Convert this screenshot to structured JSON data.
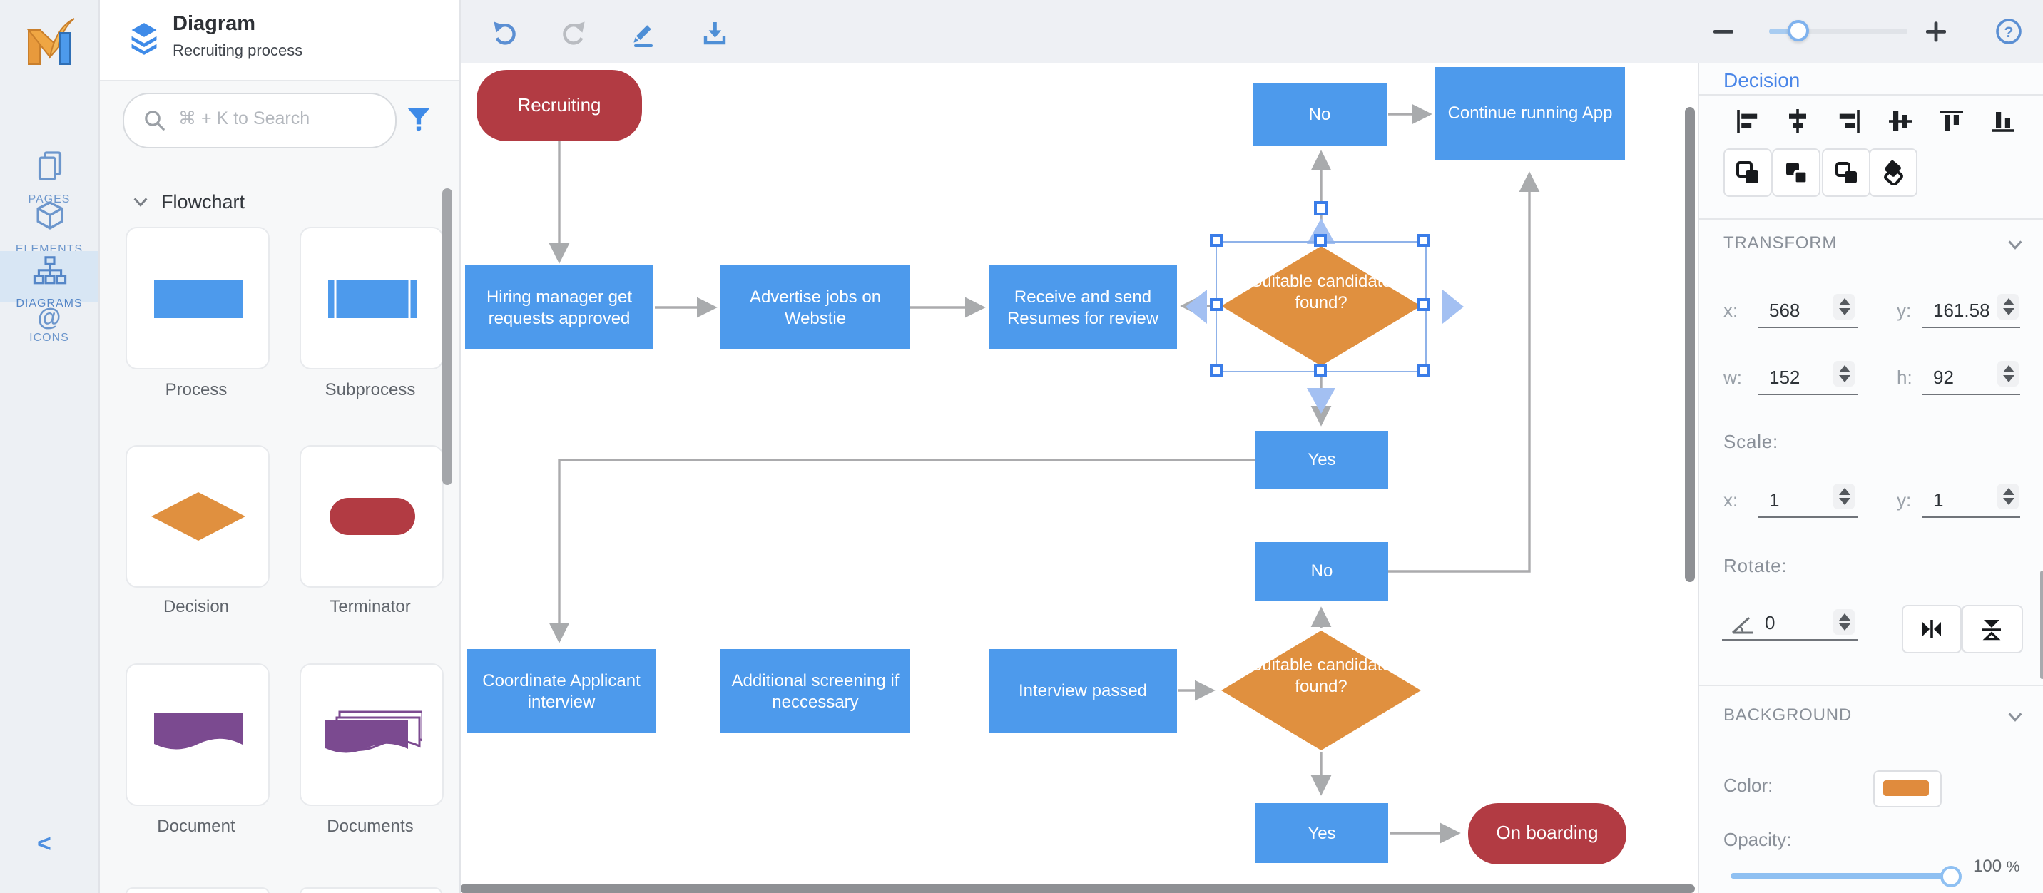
{
  "header": {
    "library_title": "Diagram",
    "library_subtitle": "Recruiting process"
  },
  "sidebar": {
    "items": [
      {
        "label": "PAGES",
        "active": false
      },
      {
        "label": "ELEMENTS",
        "active": false
      },
      {
        "label": "DIAGRAMS",
        "active": true
      },
      {
        "label": "ICONS",
        "active": false
      }
    ],
    "collapse": "<"
  },
  "library": {
    "search_placeholder": "⌘ + K to Search",
    "section": "Flowchart",
    "shapes": [
      {
        "name": "Process",
        "color": "#4D9AEC"
      },
      {
        "name": "Subprocess",
        "color": "#4D9AEC"
      },
      {
        "name": "Decision",
        "color": "#E0903F"
      },
      {
        "name": "Terminator",
        "color": "#B23B43"
      },
      {
        "name": "Document",
        "color": "#7B4A90"
      },
      {
        "name": "Documents",
        "color": "#7B4A90"
      }
    ]
  },
  "canvas": {
    "nodes": [
      {
        "label": "Recruiting",
        "type": "terminator"
      },
      {
        "label": "Hiring manager get requests approved",
        "type": "process"
      },
      {
        "label": "Advertise jobs on Webstie",
        "type": "process"
      },
      {
        "label": "Receive and send Resumes for review",
        "type": "process"
      },
      {
        "label": "Suitable candidate found?",
        "type": "decision",
        "selected": true
      },
      {
        "label": "No",
        "type": "process"
      },
      {
        "label": "Continue running App",
        "type": "process"
      },
      {
        "label": "Yes",
        "type": "process"
      },
      {
        "label": "No",
        "type": "process"
      },
      {
        "label": "Suitable candidate found?",
        "type": "decision"
      },
      {
        "label": "Coordinate Applicant interview",
        "type": "process"
      },
      {
        "label": "Additional screening if neccessary",
        "type": "process"
      },
      {
        "label": "Interview passed",
        "type": "process"
      },
      {
        "label": "Yes",
        "type": "process"
      },
      {
        "label": "On boarding",
        "type": "terminator"
      }
    ]
  },
  "inspector": {
    "title": "Decision",
    "transform_section": "TRANSFORM",
    "labels": {
      "x": "x:",
      "y": "y:",
      "w": "w:",
      "h": "h:",
      "scale": "Scale:",
      "rotate": "Rotate:"
    },
    "transform": {
      "x": "568",
      "y": "161.58",
      "w": "152",
      "h": "92"
    },
    "scale": {
      "x": "1",
      "y": "1"
    },
    "rotate": "0",
    "background_section": "BACKGROUND",
    "background": {
      "color_label": "Color:",
      "color": "#E08B3D",
      "opacity_label": "Opacity:",
      "opacity_value": "100",
      "opacity_unit": "%"
    }
  },
  "colors": {
    "process_fill": "#4D9AEC",
    "decision_fill": "#E0903F",
    "terminator_fill": "#B23B43",
    "document_fill": "#7B4A90",
    "connector": "#A9ABAD",
    "selection": "#3B7DE8",
    "accent_blue": "#4A86E8"
  }
}
